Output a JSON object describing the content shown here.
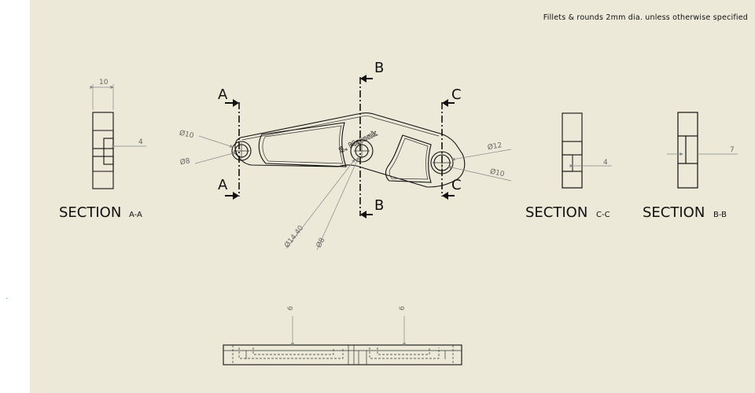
{
  "note": "Fillets & rounds 2mm dia. unless otherwise specified",
  "engraving": "S. Malonk",
  "sections": [
    {
      "title": "SECTION",
      "sub": "A-A"
    },
    {
      "title": "SECTION",
      "sub": "C-C"
    },
    {
      "title": "SECTION",
      "sub": "B-B"
    }
  ],
  "cut_labels": {
    "a": "A",
    "b": "B",
    "c": "C"
  },
  "dims": {
    "aa_width": "10",
    "aa_depth": "4",
    "cc_depth": "4",
    "bb_depth": "7",
    "left_outer": "Ø10",
    "left_inner": "Ø8",
    "right_outer": "Ø12",
    "right_inner": "Ø10",
    "center_outer": "Ø14.40",
    "center_inner": "Ø8",
    "front_left": "6",
    "front_right": "6"
  },
  "colors": {
    "sheet": "#ece9d8",
    "line": "#111111",
    "dimension": "#888888"
  }
}
